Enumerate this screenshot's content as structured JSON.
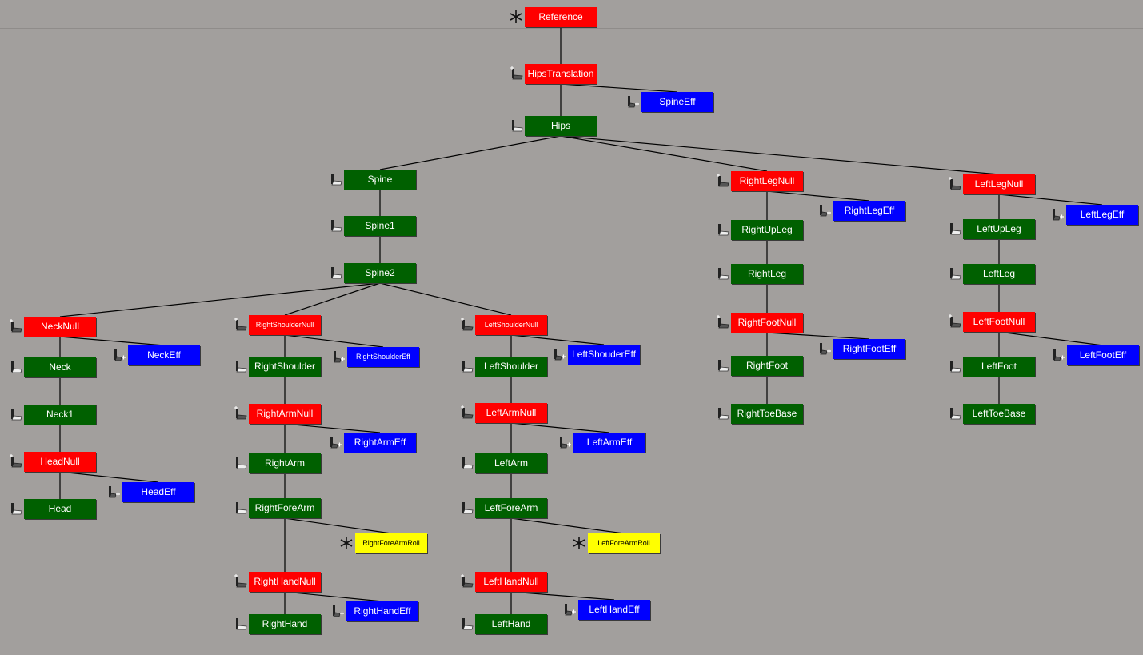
{
  "title": "Schematic - Skeleton Hierarchy",
  "colors": {
    "background": "#a29f9d",
    "null": "#ff0000",
    "bone": "#006000",
    "effector": "#0000ff",
    "roll": "#ffff00"
  },
  "nodes": [
    {
      "id": "Reference",
      "label": "Reference",
      "type": "root",
      "parent": null,
      "icon": "marker-asterisk-icon"
    },
    {
      "id": "HipsTranslation",
      "label": "HipsTranslation",
      "type": "null",
      "parent": "Reference",
      "icon": "null-bone-icon"
    },
    {
      "id": "SpineEff",
      "label": "SpineEff",
      "type": "effector",
      "parent": "HipsTranslation",
      "icon": "effector-icon"
    },
    {
      "id": "Hips",
      "label": "Hips",
      "type": "bone",
      "parent": "HipsTranslation",
      "icon": "bone-icon"
    },
    {
      "id": "Spine",
      "label": "Spine",
      "type": "bone",
      "parent": "Hips",
      "icon": "bone-icon"
    },
    {
      "id": "Spine1",
      "label": "Spine1",
      "type": "bone",
      "parent": "Spine",
      "icon": "bone-icon"
    },
    {
      "id": "Spine2",
      "label": "Spine2",
      "type": "bone",
      "parent": "Spine1",
      "icon": "bone-icon"
    },
    {
      "id": "RightLegNull",
      "label": "RightLegNull",
      "type": "null",
      "parent": "Hips",
      "icon": "null-bone-icon"
    },
    {
      "id": "RightLegEff",
      "label": "RightLegEff",
      "type": "effector",
      "parent": "RightLegNull",
      "icon": "effector-icon"
    },
    {
      "id": "RightUpLeg",
      "label": "RightUpLeg",
      "type": "bone",
      "parent": "RightLegNull",
      "icon": "bone-icon"
    },
    {
      "id": "RightLeg",
      "label": "RightLeg",
      "type": "bone",
      "parent": "RightUpLeg",
      "icon": "bone-icon"
    },
    {
      "id": "RightFootNull",
      "label": "RightFootNull",
      "type": "null",
      "parent": "RightLeg",
      "icon": "null-bone-icon"
    },
    {
      "id": "RightFootEff",
      "label": "RightFootEff",
      "type": "effector",
      "parent": "RightFootNull",
      "icon": "effector-icon"
    },
    {
      "id": "RightFoot",
      "label": "RightFoot",
      "type": "bone",
      "parent": "RightFootNull",
      "icon": "bone-icon"
    },
    {
      "id": "RightToeBase",
      "label": "RightToeBase",
      "type": "bone",
      "parent": "RightFoot",
      "icon": "bone-icon"
    },
    {
      "id": "LeftLegNull",
      "label": "LeftLegNull",
      "type": "null",
      "parent": "Hips",
      "icon": "null-bone-icon"
    },
    {
      "id": "LeftLegEff",
      "label": "LeftLegEff",
      "type": "effector",
      "parent": "LeftLegNull",
      "icon": "effector-icon"
    },
    {
      "id": "LeftUpLeg",
      "label": "LeftUpLeg",
      "type": "bone",
      "parent": "LeftLegNull",
      "icon": "bone-icon"
    },
    {
      "id": "LeftLeg",
      "label": "LeftLeg",
      "type": "bone",
      "parent": "LeftUpLeg",
      "icon": "bone-icon"
    },
    {
      "id": "LeftFootNull",
      "label": "LeftFootNull",
      "type": "null",
      "parent": "LeftLeg",
      "icon": "null-bone-icon"
    },
    {
      "id": "LeftFootEff",
      "label": "LeftFootEff",
      "type": "effector",
      "parent": "LeftFootNull",
      "icon": "effector-icon"
    },
    {
      "id": "LeftFoot",
      "label": "LeftFoot",
      "type": "bone",
      "parent": "LeftFootNull",
      "icon": "bone-icon"
    },
    {
      "id": "LeftToeBase",
      "label": "LeftToeBase",
      "type": "bone",
      "parent": "LeftFoot",
      "icon": "bone-icon"
    },
    {
      "id": "NeckNull",
      "label": "NeckNull",
      "type": "null",
      "parent": "Spine2",
      "icon": "null-bone-icon"
    },
    {
      "id": "NeckEff",
      "label": "NeckEff",
      "type": "effector",
      "parent": "NeckNull",
      "icon": "effector-icon"
    },
    {
      "id": "Neck",
      "label": "Neck",
      "type": "bone",
      "parent": "NeckNull",
      "icon": "bone-icon"
    },
    {
      "id": "Neck1",
      "label": "Neck1",
      "type": "bone",
      "parent": "Neck",
      "icon": "bone-icon"
    },
    {
      "id": "HeadNull",
      "label": "HeadNull",
      "type": "null",
      "parent": "Neck1",
      "icon": "null-bone-icon"
    },
    {
      "id": "HeadEff",
      "label": "HeadEff",
      "type": "effector",
      "parent": "HeadNull",
      "icon": "effector-icon"
    },
    {
      "id": "Head",
      "label": "Head",
      "type": "bone",
      "parent": "HeadNull",
      "icon": "bone-icon"
    },
    {
      "id": "RightShoulderNull",
      "label": "RightShoulderNull",
      "type": "null",
      "parent": "Spine2",
      "icon": "null-bone-icon"
    },
    {
      "id": "RightShoulderEff",
      "label": "RightShoulderEff",
      "type": "effector",
      "parent": "RightShoulderNull",
      "icon": "effector-icon"
    },
    {
      "id": "RightShoulder",
      "label": "RightShoulder",
      "type": "bone",
      "parent": "RightShoulderNull",
      "icon": "bone-icon"
    },
    {
      "id": "RightArmNull",
      "label": "RightArmNull",
      "type": "null",
      "parent": "RightShoulder",
      "icon": "null-bone-icon"
    },
    {
      "id": "RightArmEff",
      "label": "RightArmEff",
      "type": "effector",
      "parent": "RightArmNull",
      "icon": "effector-icon"
    },
    {
      "id": "RightArm",
      "label": "RightArm",
      "type": "bone",
      "parent": "RightArmNull",
      "icon": "bone-icon"
    },
    {
      "id": "RightForeArm",
      "label": "RightForeArm",
      "type": "bone",
      "parent": "RightArm",
      "icon": "bone-icon"
    },
    {
      "id": "RightForeArmRoll",
      "label": "RightForeArmRoll",
      "type": "roll",
      "parent": "RightForeArm",
      "icon": "marker-asterisk-icon"
    },
    {
      "id": "RightHandNull",
      "label": "RightHandNull",
      "type": "null",
      "parent": "RightForeArm",
      "icon": "null-bone-icon"
    },
    {
      "id": "RightHandEff",
      "label": "RightHandEff",
      "type": "effector",
      "parent": "RightHandNull",
      "icon": "effector-icon"
    },
    {
      "id": "RightHand",
      "label": "RightHand",
      "type": "bone",
      "parent": "RightHandNull",
      "icon": "bone-icon"
    },
    {
      "id": "LeftShoulderNull",
      "label": "LeftShoulderNull",
      "type": "null",
      "parent": "Spine2",
      "icon": "null-bone-icon"
    },
    {
      "id": "LeftShouderEff",
      "label": "LeftShouderEff",
      "type": "effector",
      "parent": "LeftShoulderNull",
      "icon": "effector-icon"
    },
    {
      "id": "LeftShoulder",
      "label": "LeftShoulder",
      "type": "bone",
      "parent": "LeftShoulderNull",
      "icon": "bone-icon"
    },
    {
      "id": "LeftArmNull",
      "label": "LeftArmNull",
      "type": "null",
      "parent": "LeftShoulder",
      "icon": "null-bone-icon"
    },
    {
      "id": "LeftArmEff",
      "label": "LeftArmEff",
      "type": "effector",
      "parent": "LeftArmNull",
      "icon": "effector-icon"
    },
    {
      "id": "LeftArm",
      "label": "LeftArm",
      "type": "bone",
      "parent": "LeftArmNull",
      "icon": "bone-icon"
    },
    {
      "id": "LeftForeArm",
      "label": "LeftForeArm",
      "type": "bone",
      "parent": "LeftArm",
      "icon": "bone-icon"
    },
    {
      "id": "LeftForeArmRoll",
      "label": "LeftForeArmRoll",
      "type": "roll",
      "parent": "LeftForeArm",
      "icon": "marker-asterisk-icon"
    },
    {
      "id": "LeftHandNull",
      "label": "LeftHandNull",
      "type": "null",
      "parent": "LeftForeArm",
      "icon": "null-bone-icon"
    },
    {
      "id": "LeftHandEff",
      "label": "LeftHandEff",
      "type": "effector",
      "parent": "LeftHandNull",
      "icon": "effector-icon"
    },
    {
      "id": "LeftHand",
      "label": "LeftHand",
      "type": "bone",
      "parent": "LeftHandNull",
      "icon": "bone-icon"
    }
  ]
}
